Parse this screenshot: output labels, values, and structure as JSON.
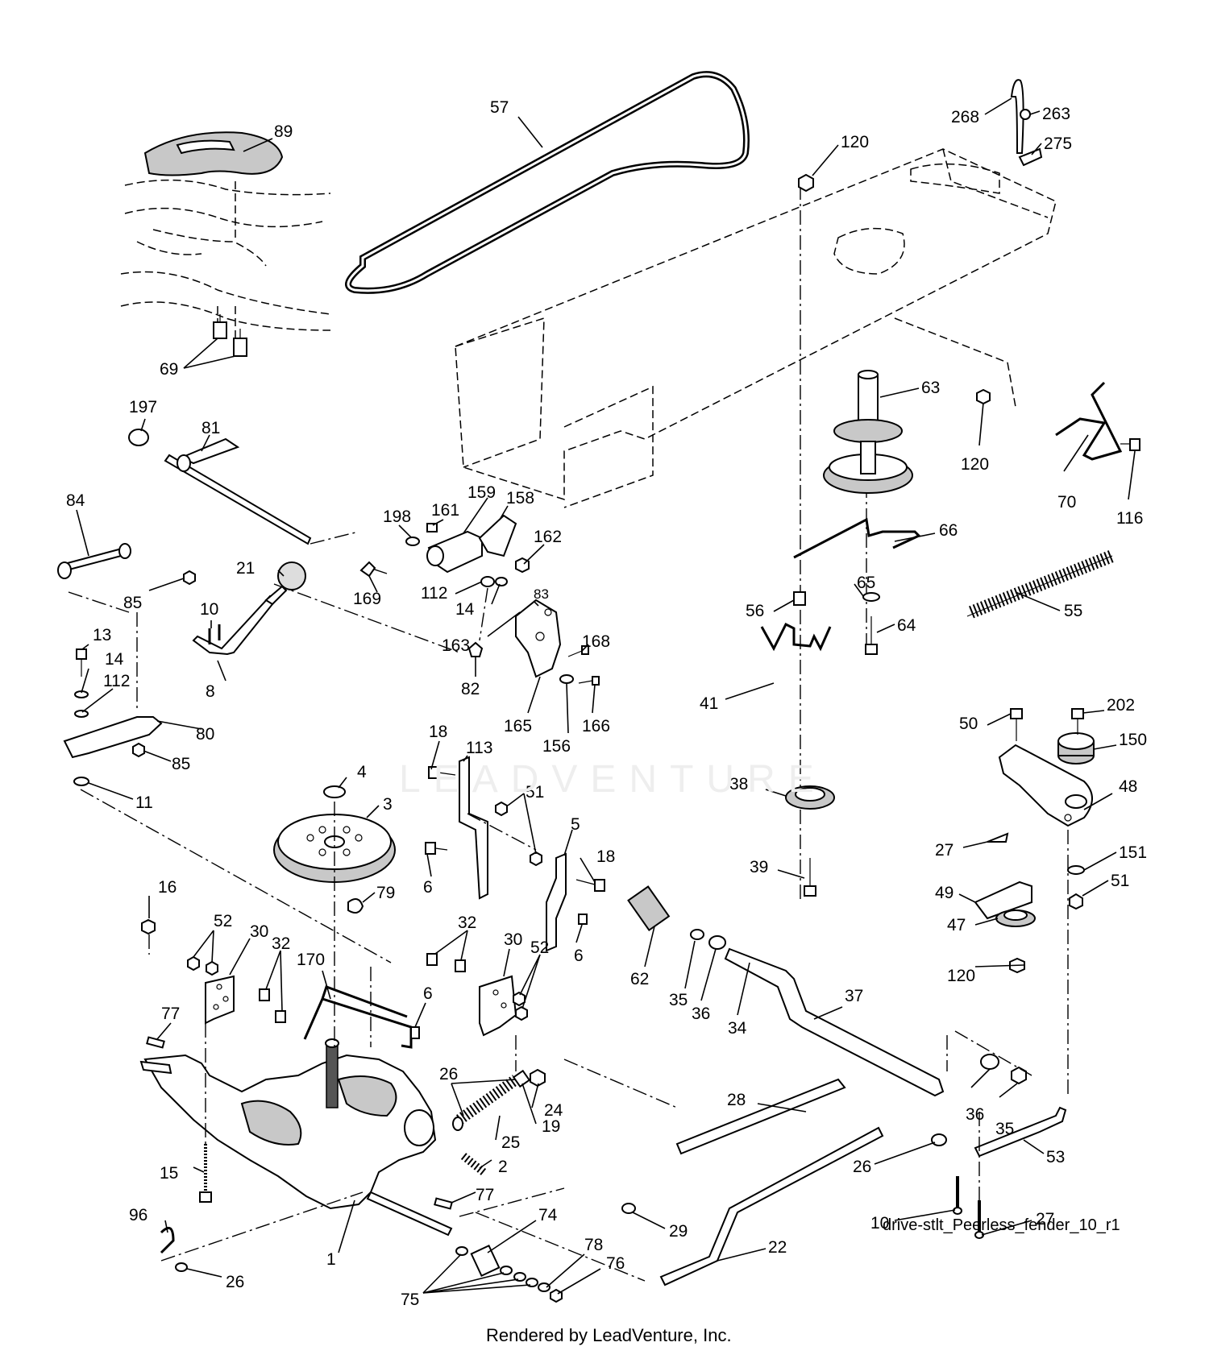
{
  "diagram_name": "drive-stlt_Peerless_fender_10_r1",
  "footer": "Rendered by LeadVenture, Inc.",
  "watermark": "LEADVENTURE",
  "labels": {
    "l57": "57",
    "l89": "89",
    "l120a": "120",
    "l268": "268",
    "l263": "263",
    "l275": "275",
    "l69": "69",
    "l197": "197",
    "l81": "81",
    "l63": "63",
    "l120b": "120",
    "l70": "70",
    "l116": "116",
    "l84": "84",
    "l161": "161",
    "l159": "159",
    "l158": "158",
    "l198": "198",
    "l162": "162",
    "l66": "66",
    "l21": "21",
    "l169": "169",
    "l112a": "112",
    "l14a": "14",
    "l83": "83",
    "l85a": "85",
    "l10a": "10",
    "l56": "56",
    "l65": "65",
    "l55": "55",
    "l64": "64",
    "l13": "13",
    "l163": "163",
    "l168": "168",
    "l14b": "14",
    "l112b": "112",
    "l82": "82",
    "l41": "41",
    "l8": "8",
    "l165": "165",
    "l166": "166",
    "l80": "80",
    "l156": "156",
    "l50": "50",
    "l202": "202",
    "l85b": "85",
    "l18a": "18",
    "l113": "113",
    "l150": "150",
    "l4": "4",
    "l38": "38",
    "l48": "48",
    "l11": "11",
    "l3": "3",
    "l51a": "51",
    "l5": "5",
    "l27a": "27",
    "l151": "151",
    "l18b": "18",
    "l39": "39",
    "l6a": "6",
    "l51b": "51",
    "l16": "16",
    "l79": "79",
    "l49": "49",
    "l47": "47",
    "l52a": "52",
    "l32a": "32",
    "l30a": "30",
    "l32b": "32",
    "l30b": "30",
    "l52b": "52",
    "l62": "62",
    "l6b": "6",
    "l35a": "35",
    "l36a": "36",
    "l34": "34",
    "l120c": "120",
    "l170": "170",
    "l77a": "77",
    "l6c": "6",
    "l37": "37",
    "l26a": "26",
    "l24": "24",
    "l28": "28",
    "l19": "19",
    "l36b": "36",
    "l25": "25",
    "l35b": "35",
    "l15": "15",
    "l2": "2",
    "l26b": "26",
    "l53": "53",
    "l77b": "77",
    "l96": "96",
    "l74": "74",
    "l29": "29",
    "l10b": "10",
    "l27b": "27",
    "l1": "1",
    "l78": "78",
    "l76": "76",
    "l22": "22",
    "l26c": "26",
    "l75": "75"
  }
}
